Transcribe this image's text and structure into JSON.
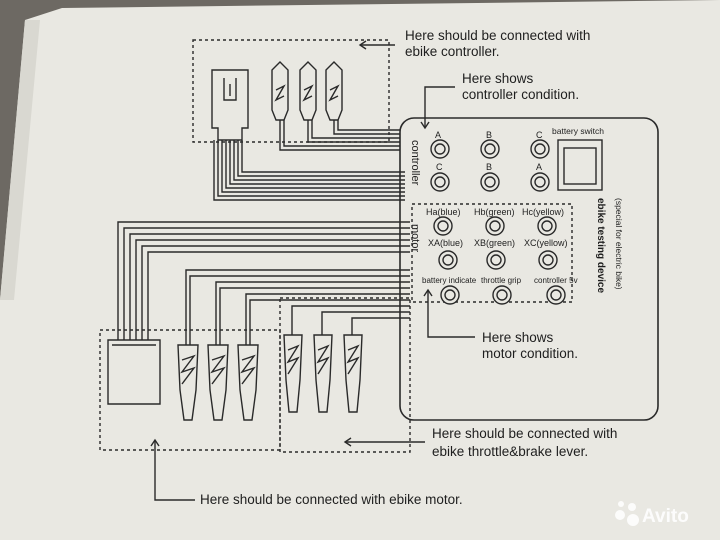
{
  "annotations": {
    "controller_connect_line1": "Here should be connected with",
    "controller_connect_line2": "ebike controller.",
    "controller_condition_line1": "Here shows",
    "controller_condition_line2": "controller condition.",
    "motor_condition_line1": "Here shows",
    "motor_condition_line2": "motor condition.",
    "throttle_connect_line1": "Here should be connected with",
    "throttle_connect_line2": "ebike throttle&brake lever.",
    "motor_connect": "Here should be connected with ebike motor."
  },
  "device": {
    "name": "ebike testing device",
    "subtitle": "(special for electric bike)",
    "controller_section": "controller",
    "motor_section": "motor",
    "battery_switch": "battery switch",
    "controller_row1": [
      "A",
      "B",
      "C"
    ],
    "controller_row2": [
      "C",
      "B",
      "A"
    ],
    "motor_row1": [
      "Ha(blue)",
      "Hb(green)",
      "Hc(yellow)"
    ],
    "motor_row2": [
      "XA(blue)",
      "XB(green)",
      "XC(yellow)"
    ],
    "indicator_row": [
      "battery indicate",
      "throttle grip",
      "controller 5v"
    ]
  },
  "watermark": {
    "text": "Avito"
  },
  "colors": {
    "paper": "#e9e8e2",
    "ink": "#2a2a2a",
    "background": "#6d6963"
  }
}
